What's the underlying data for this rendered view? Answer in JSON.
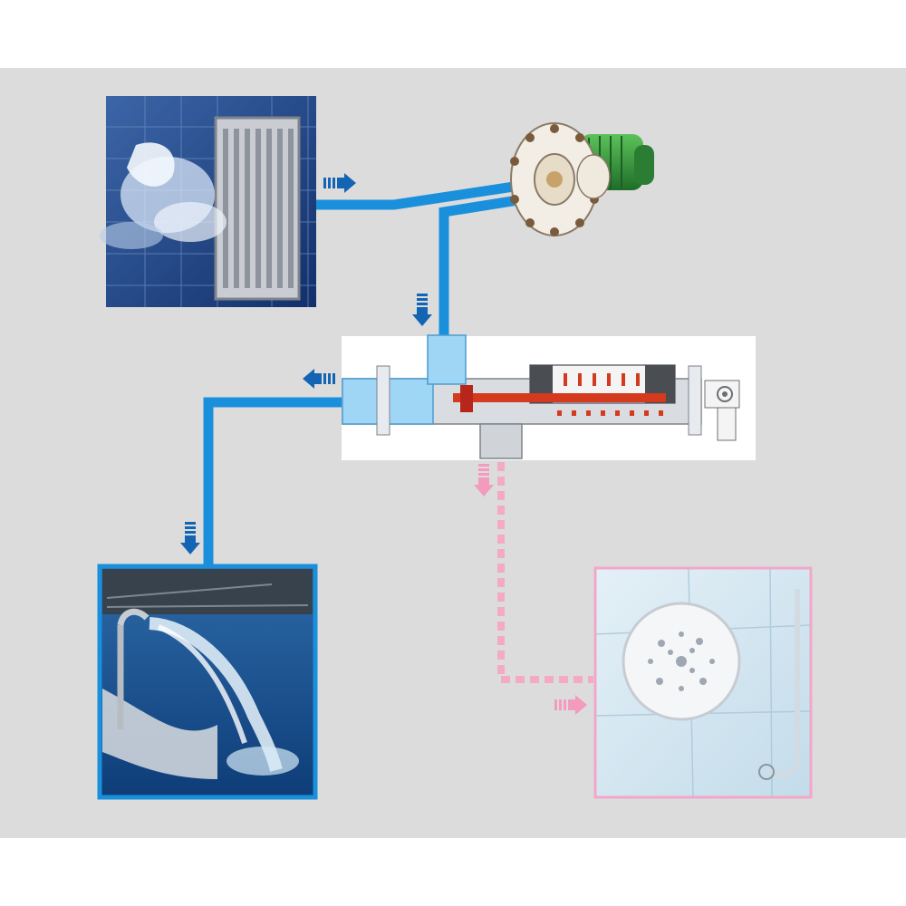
{
  "diagram": {
    "colors": {
      "panel_background": "#dcdcdc",
      "main_pipe": "#1a8fdc",
      "flow_arrow": "#1464b4",
      "drain_line": "#f4a9c4",
      "drain_arrow": "#f29bbd",
      "pump_motor": "#2f9a3a",
      "heater_element": "#d43a1e"
    },
    "nodes": [
      {
        "id": "intake-grille",
        "icon": "wall-suction-grille-photo"
      },
      {
        "id": "pump",
        "icon": "centrifugal-pump-motor"
      },
      {
        "id": "heater",
        "icon": "inline-electric-heater-cutaway"
      },
      {
        "id": "pool-outlet",
        "icon": "waterfall-spout-photo"
      },
      {
        "id": "drain",
        "icon": "floor-drain-photo"
      }
    ],
    "flows": [
      {
        "from": "intake-grille",
        "to": "pump",
        "style": "solid-blue"
      },
      {
        "from": "pump",
        "to": "heater",
        "style": "solid-blue"
      },
      {
        "from": "heater",
        "to": "pool-outlet",
        "style": "solid-blue"
      },
      {
        "from": "heater",
        "to": "drain",
        "style": "dashed-pink"
      }
    ]
  }
}
